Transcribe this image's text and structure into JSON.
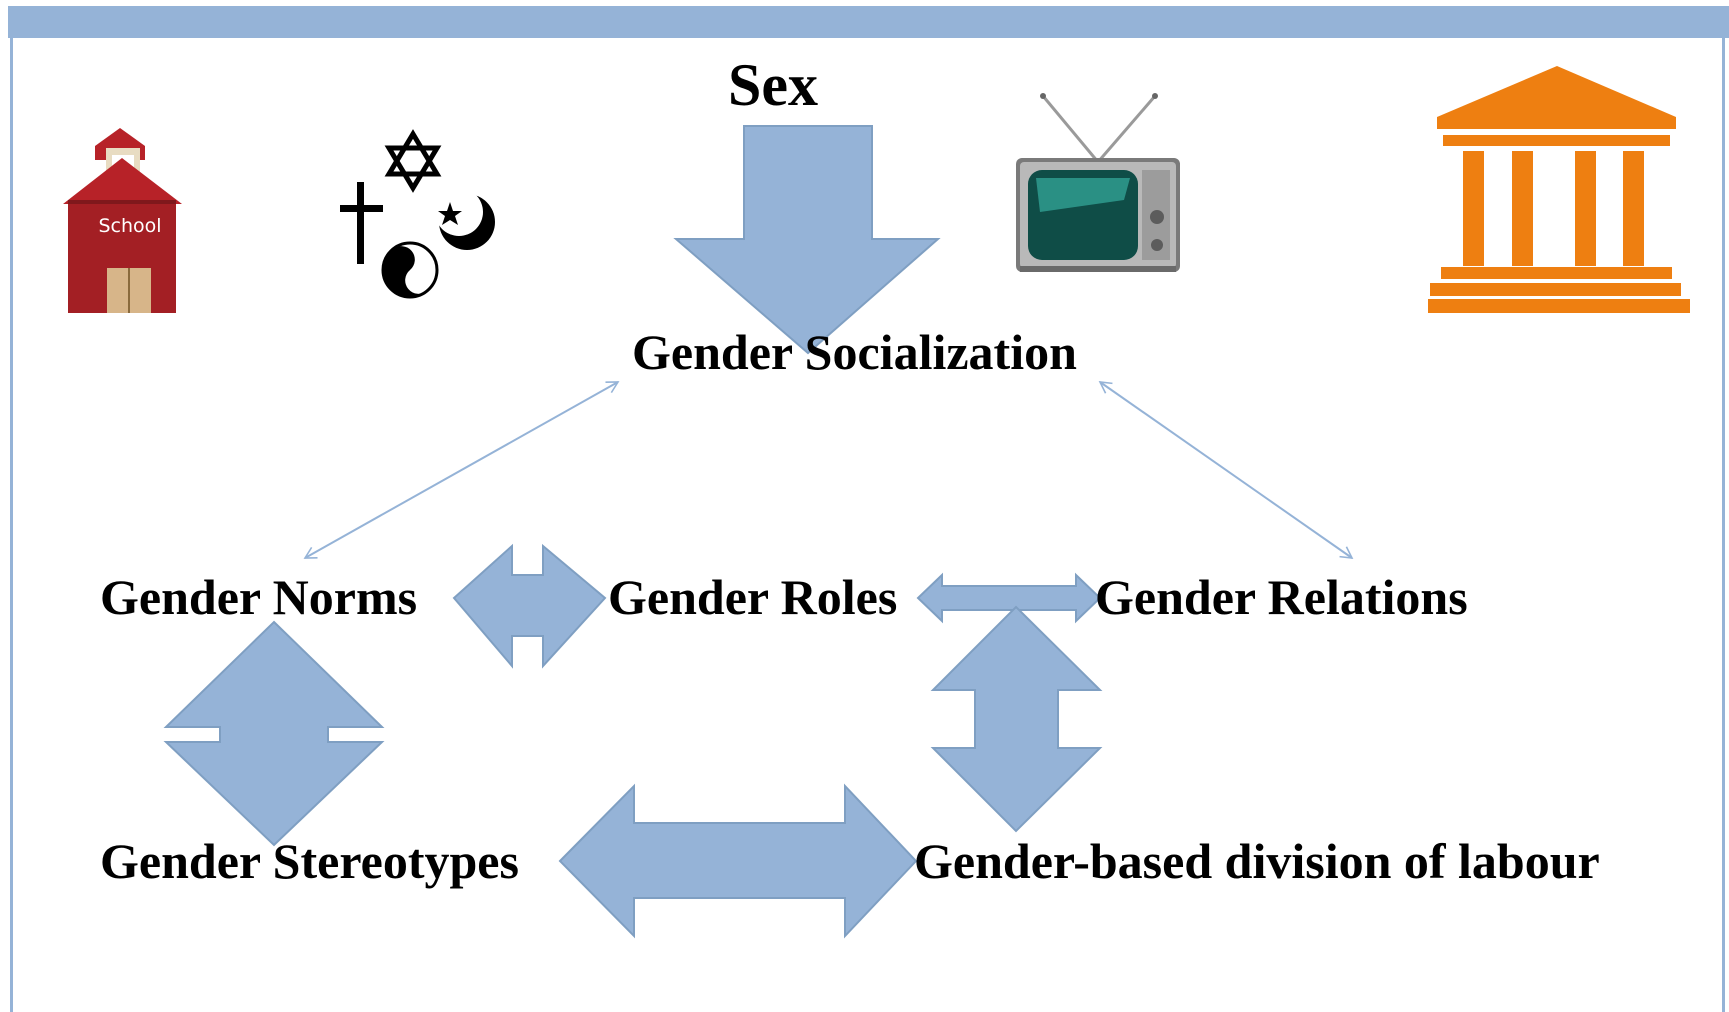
{
  "colors": {
    "frame": "#95b3d7",
    "arrow_fill": "#95b3d7",
    "arrow_stroke": "#7f9fc2",
    "school_red": "#a31f24",
    "government_orange": "#ee7f11"
  },
  "nodes": {
    "sex": "Sex",
    "socialization": "Gender Socialization",
    "norms": "Gender Norms",
    "roles": "Gender Roles",
    "relations": "Gender Relations",
    "stereotypes": "Gender Stereotypes",
    "division": "Gender-based division of labour"
  },
  "icons": {
    "school": {
      "name": "school-icon",
      "sign": "School"
    },
    "religion": {
      "name": "religion-symbols-icon"
    },
    "media": {
      "name": "television-icon"
    },
    "government": {
      "name": "government-building-icon"
    }
  },
  "edges": [
    {
      "from": "sex",
      "to": "socialization",
      "style": "block-arrow"
    },
    {
      "from": "socialization",
      "to": "norms",
      "style": "thin-double-arrow"
    },
    {
      "from": "socialization",
      "to": "relations",
      "style": "thin-double-arrow"
    },
    {
      "from": "norms",
      "to": "roles",
      "style": "block-double-arrow"
    },
    {
      "from": "roles",
      "to": "relations",
      "style": "block-double-arrow"
    },
    {
      "from": "norms",
      "to": "stereotypes",
      "style": "block-double-arrow"
    },
    {
      "from": "relations",
      "to": "division",
      "style": "block-double-arrow"
    },
    {
      "from": "stereotypes",
      "to": "division",
      "style": "block-double-arrow"
    }
  ]
}
